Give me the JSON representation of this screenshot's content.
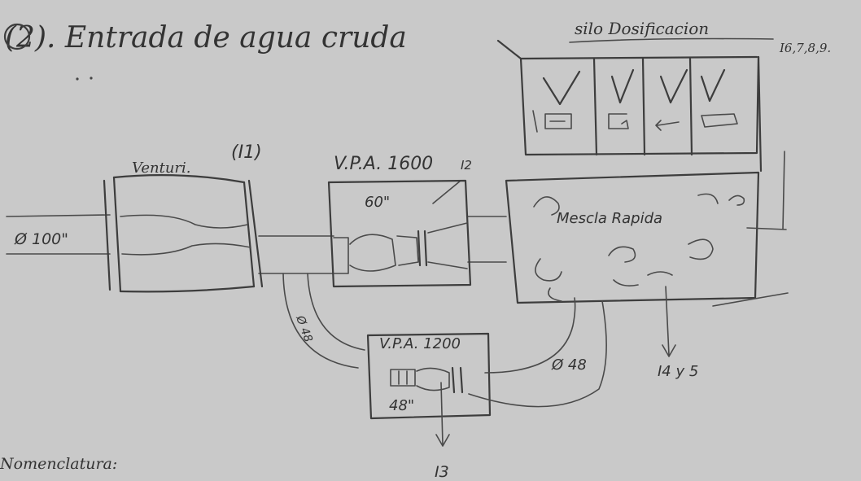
{
  "title": "(2). Entrada de agua cruda",
  "labels": {
    "silo": "silo Dosificacion",
    "silo_refs": "I6,7,8,9.",
    "venturi_ref": "(I1)",
    "venturi": "Venturi.",
    "vpa1600": "V.P.A. 1600",
    "vpa1600_ref": "I2",
    "vpa1600_size": "60\"",
    "pipe_main": "Ø 100\"",
    "mix": "Mescla Rapida",
    "bypass_pipe": "Ø 48",
    "vpa1200": "V.P.A. 1200",
    "vpa1200_size": "48\"",
    "return_pipe": "Ø 48",
    "i4y5": "I4 y 5",
    "i3": "I3",
    "nomenclature": "Nomenclatura:"
  }
}
